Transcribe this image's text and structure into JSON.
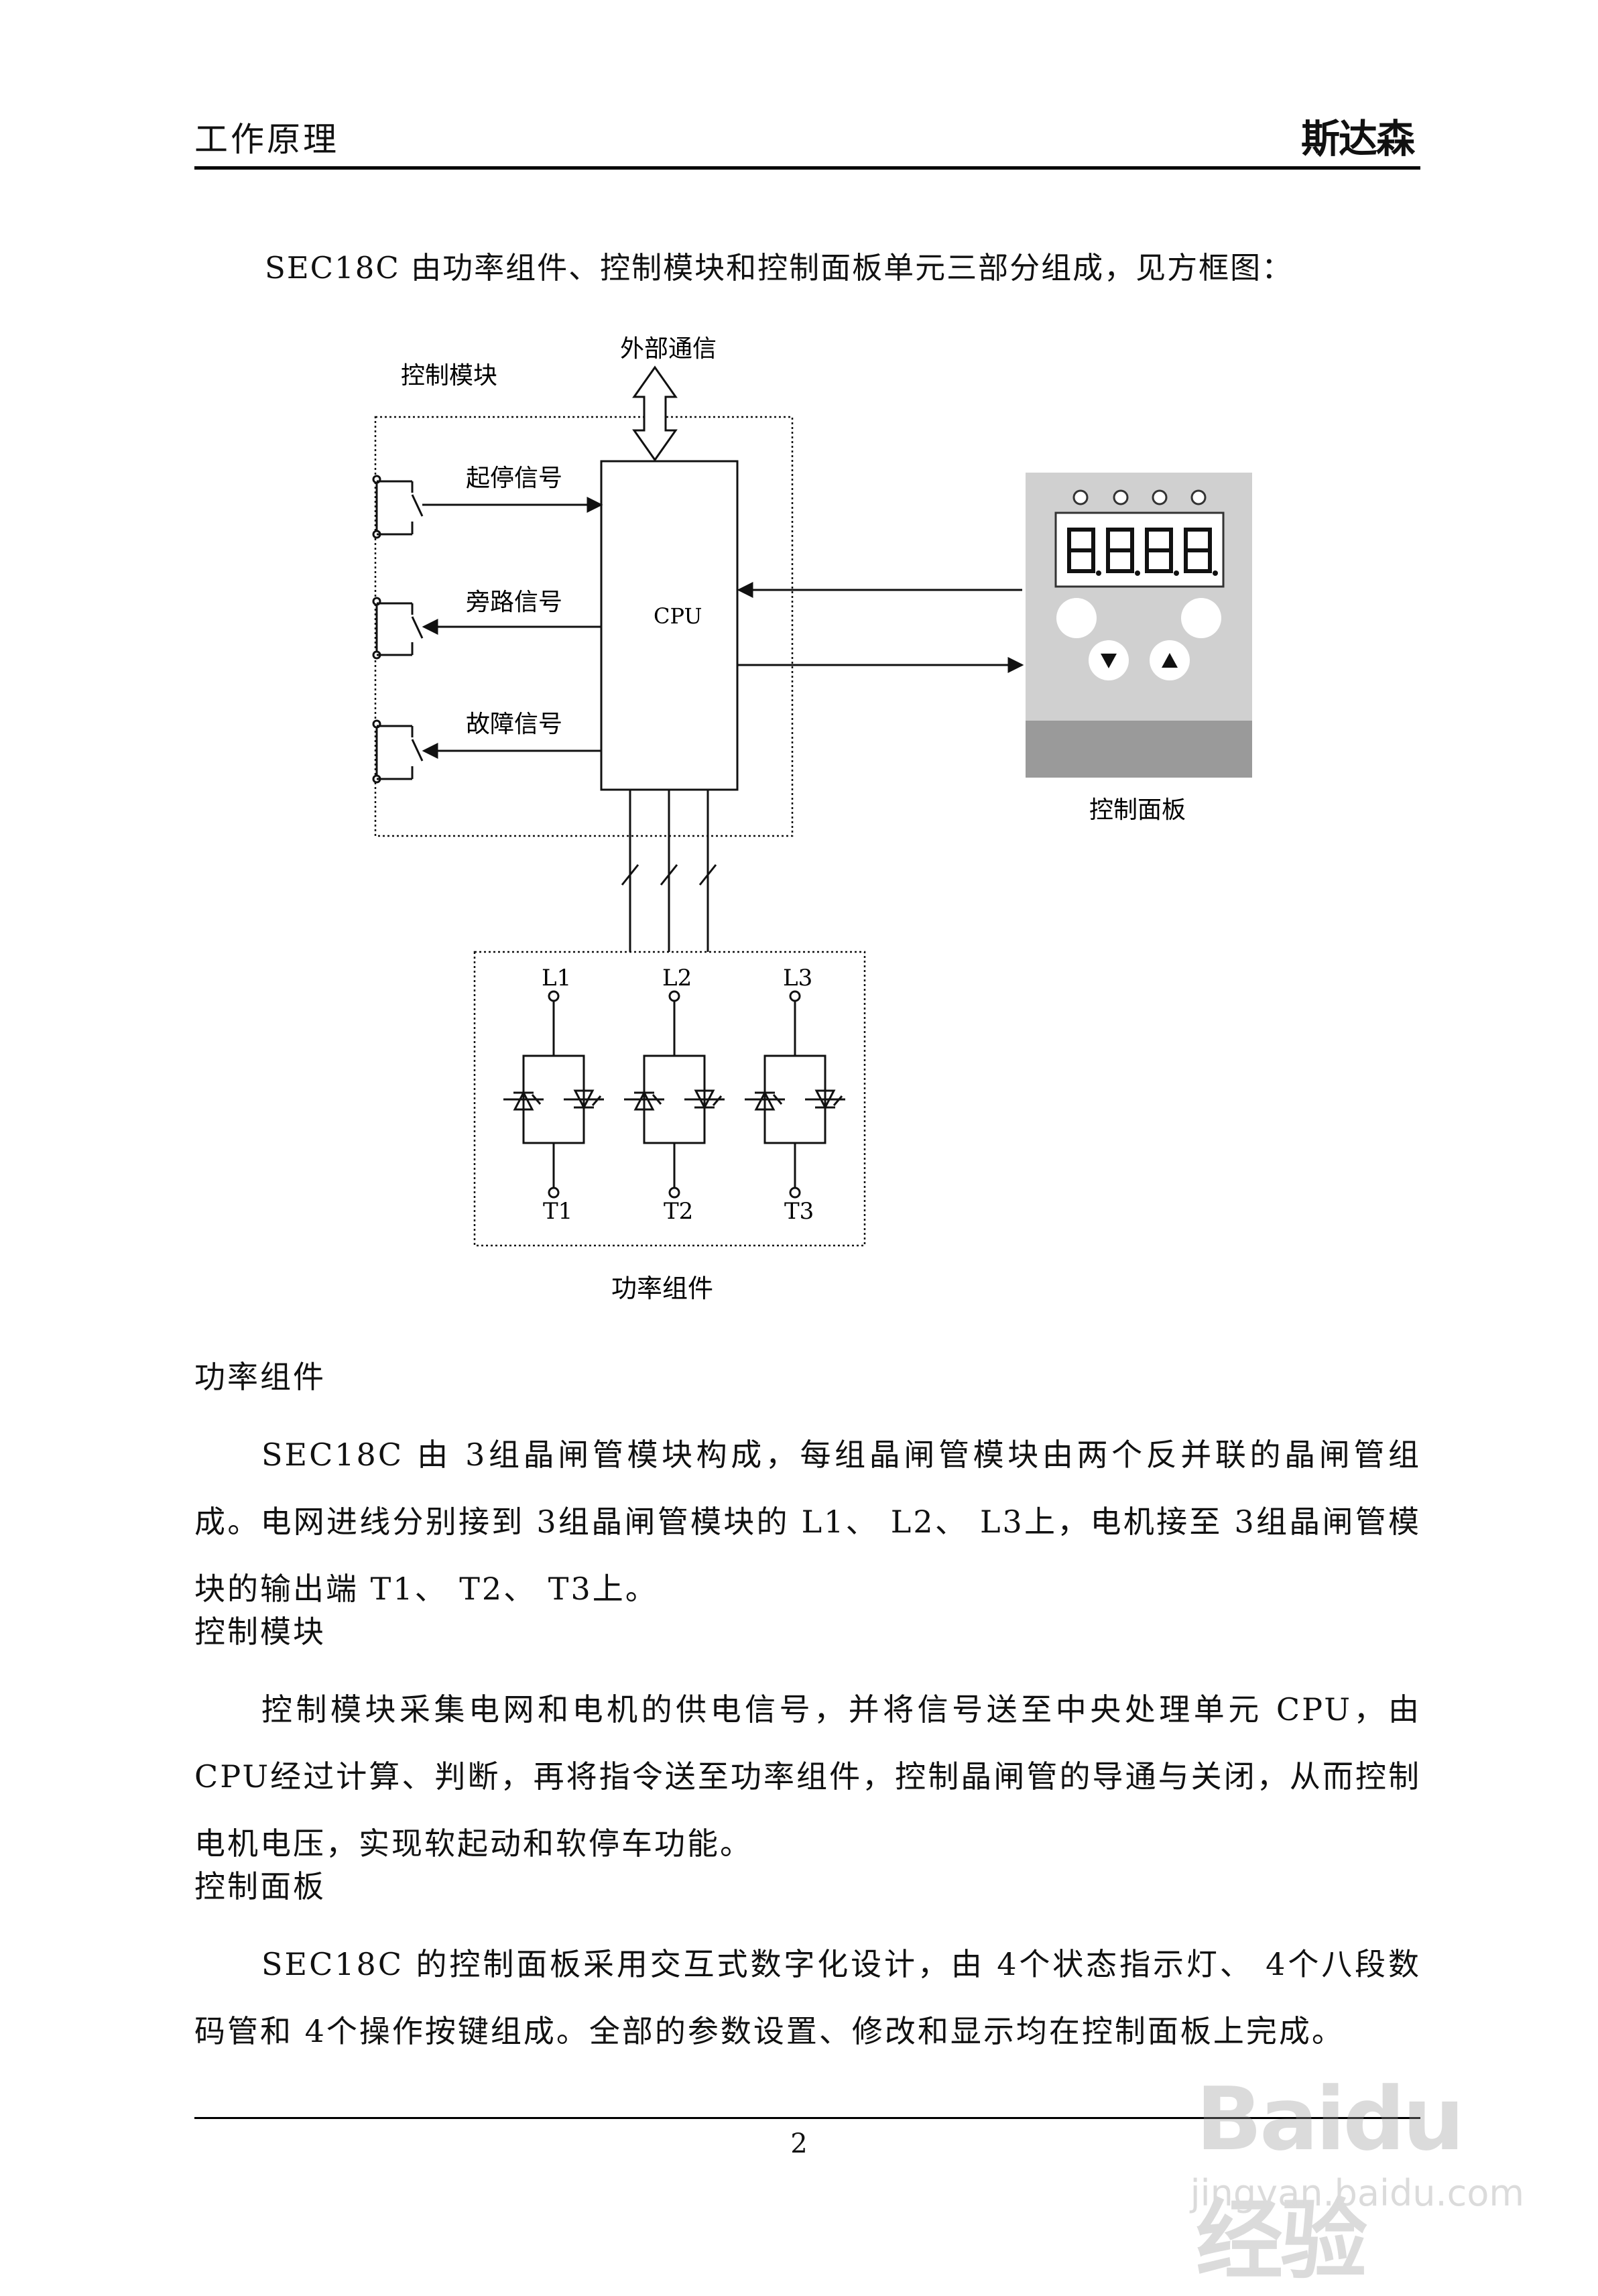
{
  "header": {
    "title": "工作原理",
    "logo": "斯达森"
  },
  "intro": "SEC18C 由功率组件、控制模块和控制面板单元三部分组成，见方框图：",
  "diagram": {
    "control_module_label": "控制模块",
    "external_comm_label": "外部通信",
    "cpu_label": "CPU",
    "signals": [
      "起停信号",
      "旁路信号",
      "故障信号"
    ],
    "panel_label": "控制面板",
    "power_module_label": "功率组件",
    "inputs": [
      "L1",
      "L2",
      "L3"
    ],
    "outputs": [
      "T1",
      "T2",
      "T3"
    ]
  },
  "sections": [
    {
      "heading": "功率组件",
      "body": "SEC18C 由 3组晶闸管模块构成，每组晶闸管模块由两个反并联的晶闸管组成。电网进线分别接到 3组晶闸管模块的 L1、 L2、 L3上，电机接至 3组晶闸管模块的输出端 T1、 T2、 T3上。"
    },
    {
      "heading": "控制模块",
      "body": "控制模块采集电网和电机的供电信号，并将信号送至中央处理单元 CPU，由 CPU经过计算、判断，再将指令送至功率组件，控制晶闸管的导通与关闭，从而控制电机电压，实现软起动和软停车功能。"
    },
    {
      "heading": "控制面板",
      "body": "SEC18C 的控制面板采用交互式数字化设计，由 4个状态指示灯、 4个八段数码管和 4个操作按键组成。全部的参数设置、修改和显示均在控制面板上完成。"
    }
  ],
  "page_number": "2",
  "watermark": {
    "brand": "Baidu经验",
    "url": "jingyan.baidu.com"
  }
}
